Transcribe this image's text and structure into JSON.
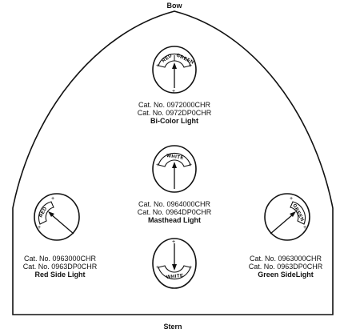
{
  "orientation": {
    "bow": "Bow",
    "stern": "Stern"
  },
  "lights": {
    "bicolor": {
      "cat1": "Cat. No. 0972000CHR",
      "cat2": "Cat. No. 0972DP0CHR",
      "name": "Bi-Color Light",
      "arc_left": "RED",
      "arc_right": "GREEN"
    },
    "masthead": {
      "cat1": "Cat. No. 0964000CHR",
      "cat2": "Cat. No. 0964DP0CHR",
      "name": "Masthead Light",
      "arc": "WHITE"
    },
    "stern": {
      "arc": "WHITE"
    },
    "red_side": {
      "cat1": "Cat. No. 0963000CHR",
      "cat2": "Cat. No. 0963DP0CHR",
      "name": "Red Side Light",
      "arc": "RED"
    },
    "green_side": {
      "cat1": "Cat. No. 0963000CHR",
      "cat2": "Cat. No. 0963DP0CHR",
      "name": "Green SideLight",
      "arc": "GREEN"
    }
  }
}
